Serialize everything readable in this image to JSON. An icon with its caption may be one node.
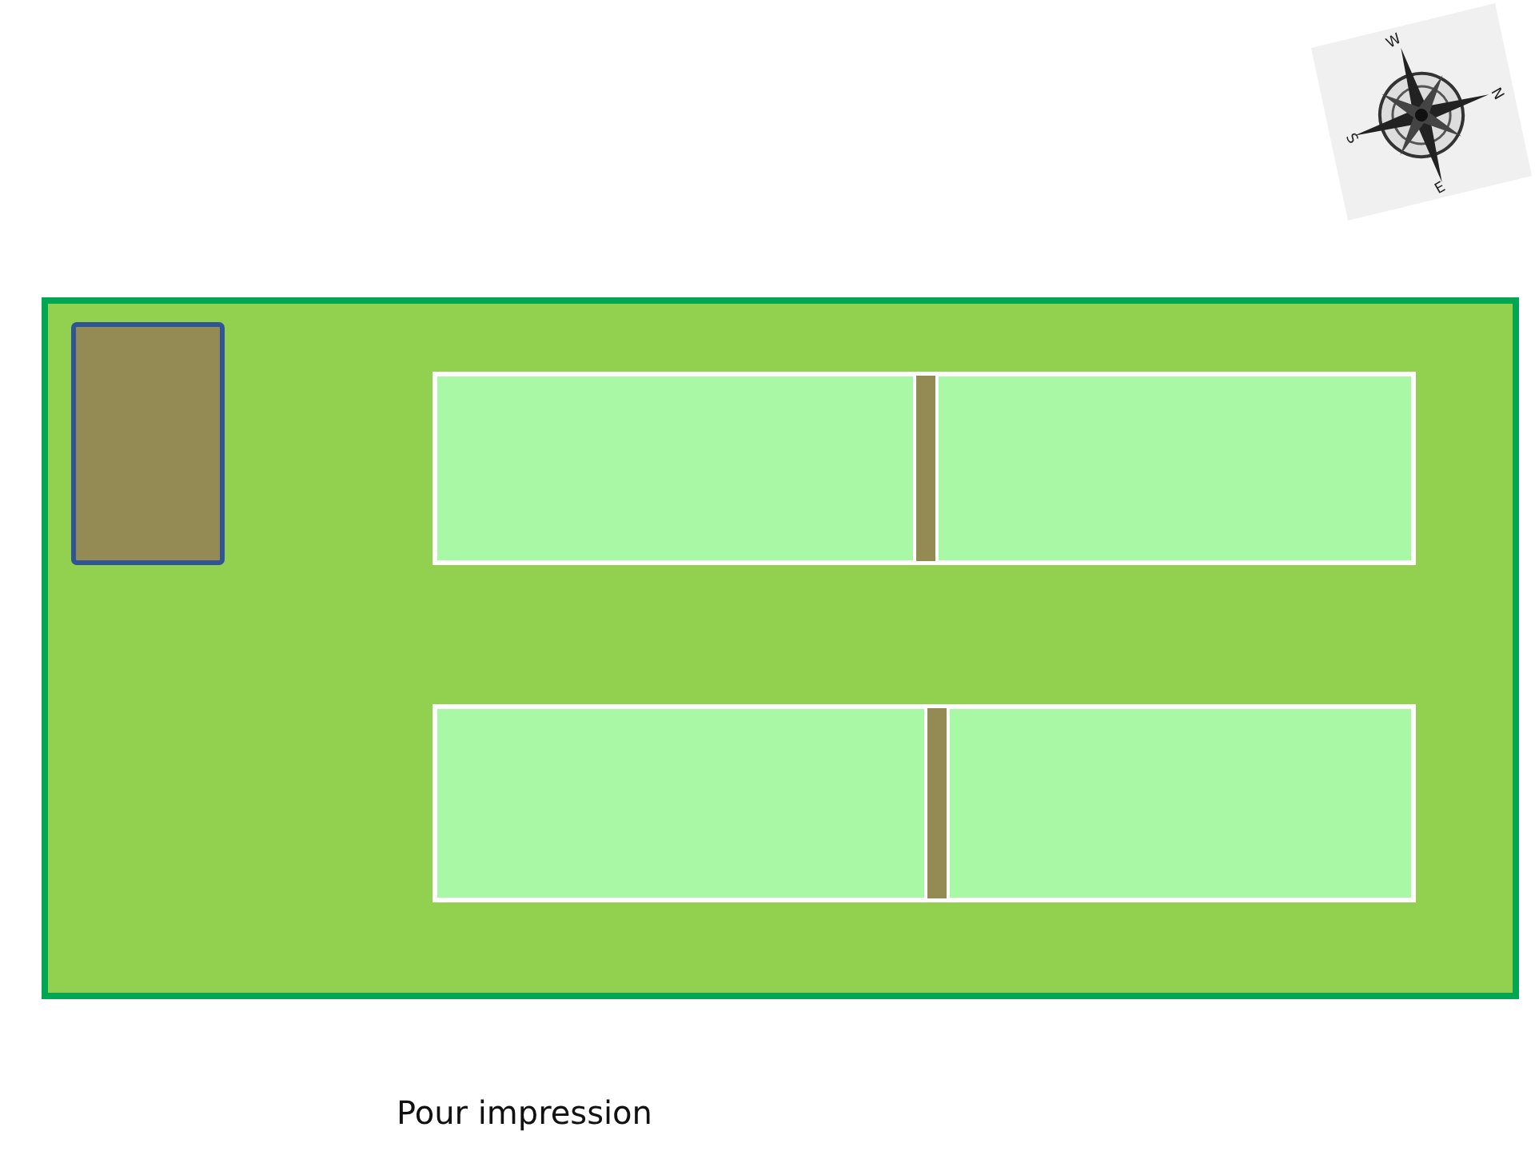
{
  "diagram": {
    "labels": [
      "W",
      "N",
      "S",
      "E",
      "Pour impression"
    ]
  }
}
